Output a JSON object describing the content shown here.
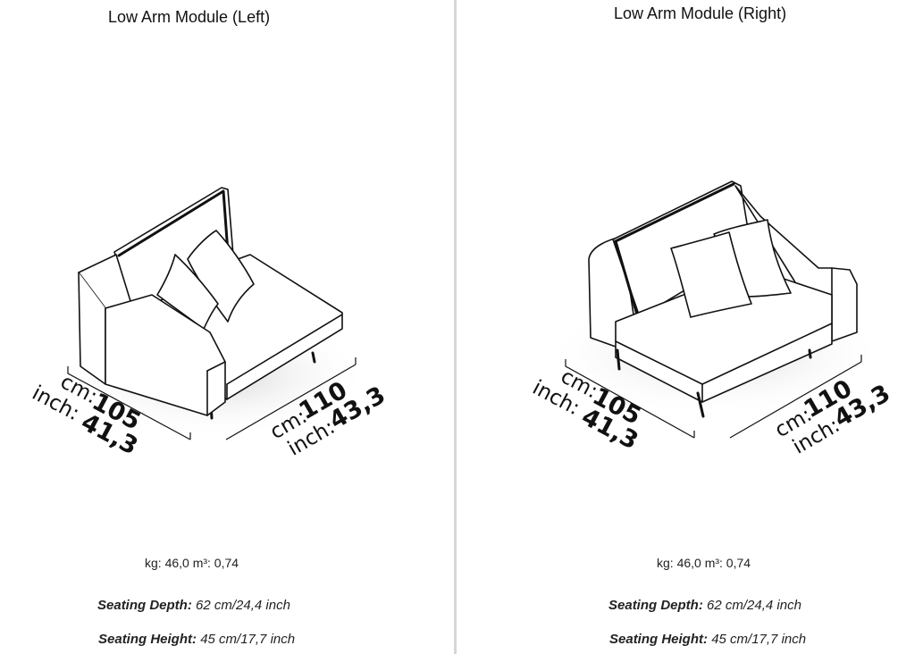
{
  "modules": [
    {
      "title": "Low Arm Module (Left)",
      "dims": {
        "depth_cm_label": "cm:",
        "depth_cm": "105",
        "depth_inch_label": "inch:",
        "depth_inch": "41,3",
        "width_cm_label": "cm:",
        "width_cm": "110",
        "width_inch_label": "inch:",
        "width_inch": "43,3"
      },
      "weight_text": "kg: 46,0 m³: 0,74",
      "seating_depth_label": "Seating Depth:",
      "seating_depth_value": "62 cm/24,4 inch",
      "seating_height_label": "Seating Height:",
      "seating_height_value": "45 cm/17,7 inch"
    },
    {
      "title": "Low Arm Module (Right)",
      "dims": {
        "depth_cm_label": "cm:",
        "depth_cm": "105",
        "depth_inch_label": "inch:",
        "depth_inch": "41,3",
        "width_cm_label": "cm:",
        "width_cm": "110",
        "width_inch_label": "inch:",
        "width_inch": "43,3"
      },
      "weight_text": "kg: 46,0 m³: 0,74",
      "seating_depth_label": "Seating Depth:",
      "seating_depth_value": "62 cm/24,4 inch",
      "seating_height_label": "Seating Height:",
      "seating_height_value": "45 cm/17,7 inch"
    }
  ],
  "colors": {
    "line": "#111111",
    "shadow": "#d9d9d9",
    "divider": "#d6d6d6"
  },
  "icons": [
    "sofa-module-left-drawing",
    "sofa-module-right-drawing"
  ]
}
